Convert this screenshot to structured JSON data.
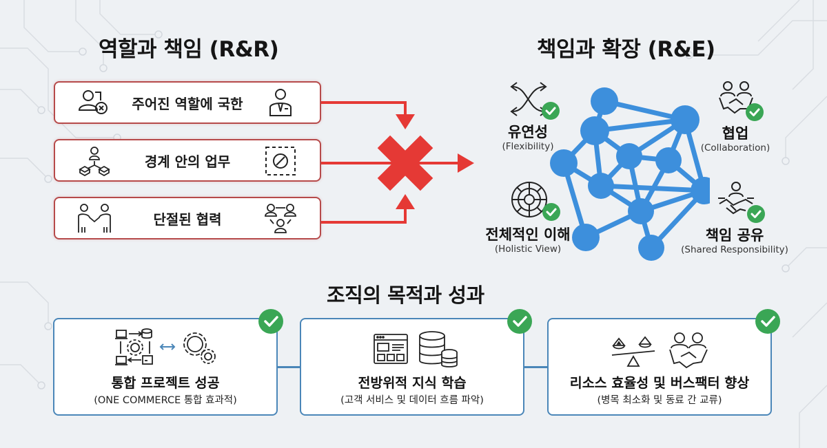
{
  "left_section": {
    "title": "역할과 책임 (R&R)",
    "items": [
      {
        "label": "주어진 역할에 국한",
        "icon_left": "person-x-icon",
        "icon_right": "businessman-icon"
      },
      {
        "label": "경계 안의 업무",
        "icon_left": "org-boxes-icon",
        "icon_right": "blocked-boundary-icon"
      },
      {
        "label": "단절된 협력",
        "icon_left": "two-people-handshake-icon",
        "icon_right": "team-network-icon"
      }
    ],
    "blocker_icon": "red-x-icon"
  },
  "right_section": {
    "title": "책임과 확장 (R&E)",
    "center_icon": "network-graph-icon",
    "features": [
      {
        "ko": "유연성",
        "en": "(Flexibility)",
        "icon": "crossing-arrows-icon"
      },
      {
        "ko": "협업",
        "en": "(Collaboration)",
        "icon": "handshake-people-icon"
      },
      {
        "ko": "전체적인 이해",
        "en": "(Holistic View)",
        "icon": "radial-target-icon"
      },
      {
        "ko": "책임 공유",
        "en": "(Shared Responsibility)",
        "icon": "shared-handshake-icon"
      }
    ]
  },
  "bottom_section": {
    "title": "조직의 목적과 성과",
    "goals": [
      {
        "main": "통합 프로젝트 성공",
        "sub": "(ONE COMMERCE 통합 효과적)",
        "icons": [
          "integration-flow-icon",
          "gears-icon"
        ]
      },
      {
        "main": "전방위적 지식 학습",
        "sub": "(고객 서비스 및 데이터 흐름 파악)",
        "icons": [
          "dashboard-window-icon",
          "database-icon"
        ]
      },
      {
        "main": "리소스 효율성 및 버스팩터 향상",
        "sub": "(병목 최소화 및 동료 간 교류)",
        "icons": [
          "balance-scale-icon",
          "handshake-people-icon"
        ]
      }
    ]
  },
  "colors": {
    "red": "#e53935",
    "red_border": "#b64a4a",
    "blue_network": "#3d8fdc",
    "blue_border": "#4a86b8",
    "green_check": "#3aa655",
    "background": "#eef1f4"
  }
}
